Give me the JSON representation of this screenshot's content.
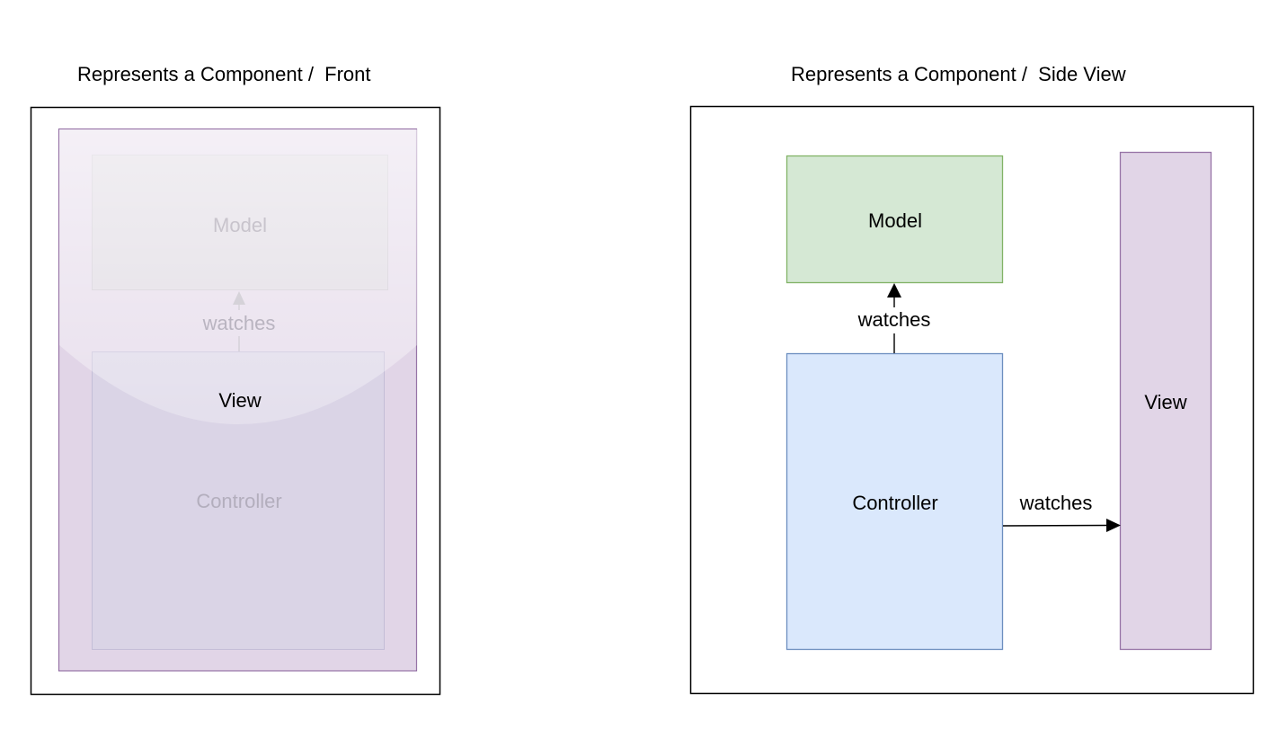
{
  "front": {
    "title": "Represents a Component /  Front",
    "model_label": "Model",
    "watches_label": "watches",
    "view_label": "View",
    "controller_label": "Controller"
  },
  "side": {
    "title": "Represents a Component /  Side View",
    "model_label": "Model",
    "watches_top_label": "watches",
    "controller_label": "Controller",
    "watches_right_label": "watches",
    "view_label": "View"
  },
  "colors": {
    "view_fill": "#e1d5e7",
    "view_stroke": "#9673a6",
    "model_fill": "#d5e8d4",
    "model_stroke": "#82b366",
    "controller_fill": "#dae8fc",
    "controller_stroke": "#6c8ebf",
    "frame_stroke": "#000000"
  }
}
